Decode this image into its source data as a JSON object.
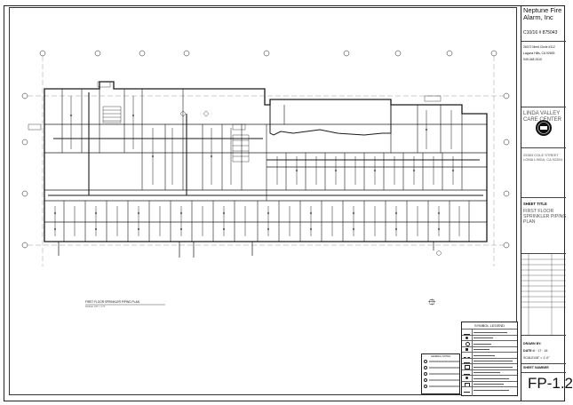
{
  "title_block": {
    "company": [
      "Neptune Fire",
      "Alarm, Inc"
    ],
    "license": "C10/16 # 875043",
    "address": [
      "26072 Merit Circle #112",
      "Laguna Hills, CA 92653",
      "949-348-9110"
    ],
    "project_name": [
      "LINDA VALLEY",
      "CARE CENTER"
    ],
    "project_address": [
      "25383 COLE STREET",
      "LOMA LINDA, CA 92354"
    ],
    "sheet_title_label": "SHEET TITLE",
    "sheet_title": [
      "FIRST FLOOR",
      "SPRINKLER PIPING",
      "PLAN"
    ],
    "drawn_by_label": "DRAWN BY:",
    "date_label": "DATE:",
    "date_value": "8 · 17 · 16",
    "scale_label": "SCALE:",
    "scale_value": "1/8\" = 1'-0\"",
    "sheet_number_label": "SHEET NUMBER",
    "sheet_number": "FP-1.2"
  },
  "plan": {
    "caption": "FIRST FLOOR SPRINKLER PIPING PLAN",
    "caption_scale": "SCALE: 1/8\" = 1'-0\"",
    "north_icon": "north-arrow-icon"
  },
  "legend": {
    "title": "SYMBOL LEGEND"
  },
  "notes": {
    "title": "GENERAL NOTES"
  },
  "colors": {
    "line": "#1a1a1a",
    "text_light": "#555555"
  }
}
